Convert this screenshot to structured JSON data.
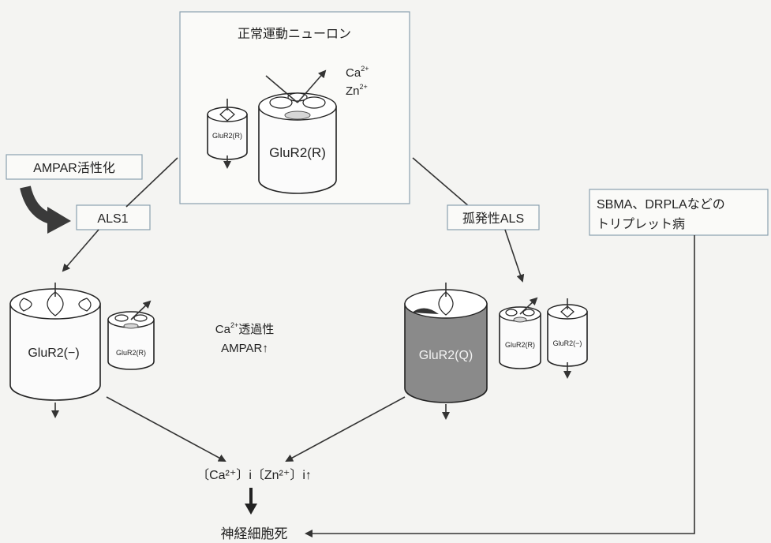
{
  "top": {
    "title": "正常運動ニューロン",
    "ca": "Ca",
    "ca_sup": "2+",
    "zn": "Zn",
    "zn_sup": "2+"
  },
  "left": {
    "activation": "AMPAR活性化",
    "als1": "ALS1"
  },
  "right": {
    "sporadic": "孤発性ALS",
    "triplet_line1": "SBMA、DRPLAなどの",
    "triplet_line2": "トリプレット病"
  },
  "middle": {
    "ca_line_base": "Ca",
    "ca_line_sup": "2+",
    "ca_line_rest": "透過性",
    "ampar_line": "AMPAR↑"
  },
  "receptors": {
    "normal_big": "GluR2(R)",
    "normal_small": "GluR2(R)",
    "left_big": "GluR2(−)",
    "left_small": "GluR2(R)",
    "right_big": "GluR2(Q)",
    "right_small_1": "GluR2(R)",
    "right_small_2": "GluR2(−)"
  },
  "bottom": {
    "ion_line": "〔Ca²⁺〕i〔Zn²⁺〕i↑",
    "death": "神経細胞死"
  },
  "colors": {
    "box_border": "#8aa0b0",
    "ink": "#222222",
    "dark_arrow": "#3a3a3a",
    "gray_cylinder": "#8a8a8a"
  }
}
